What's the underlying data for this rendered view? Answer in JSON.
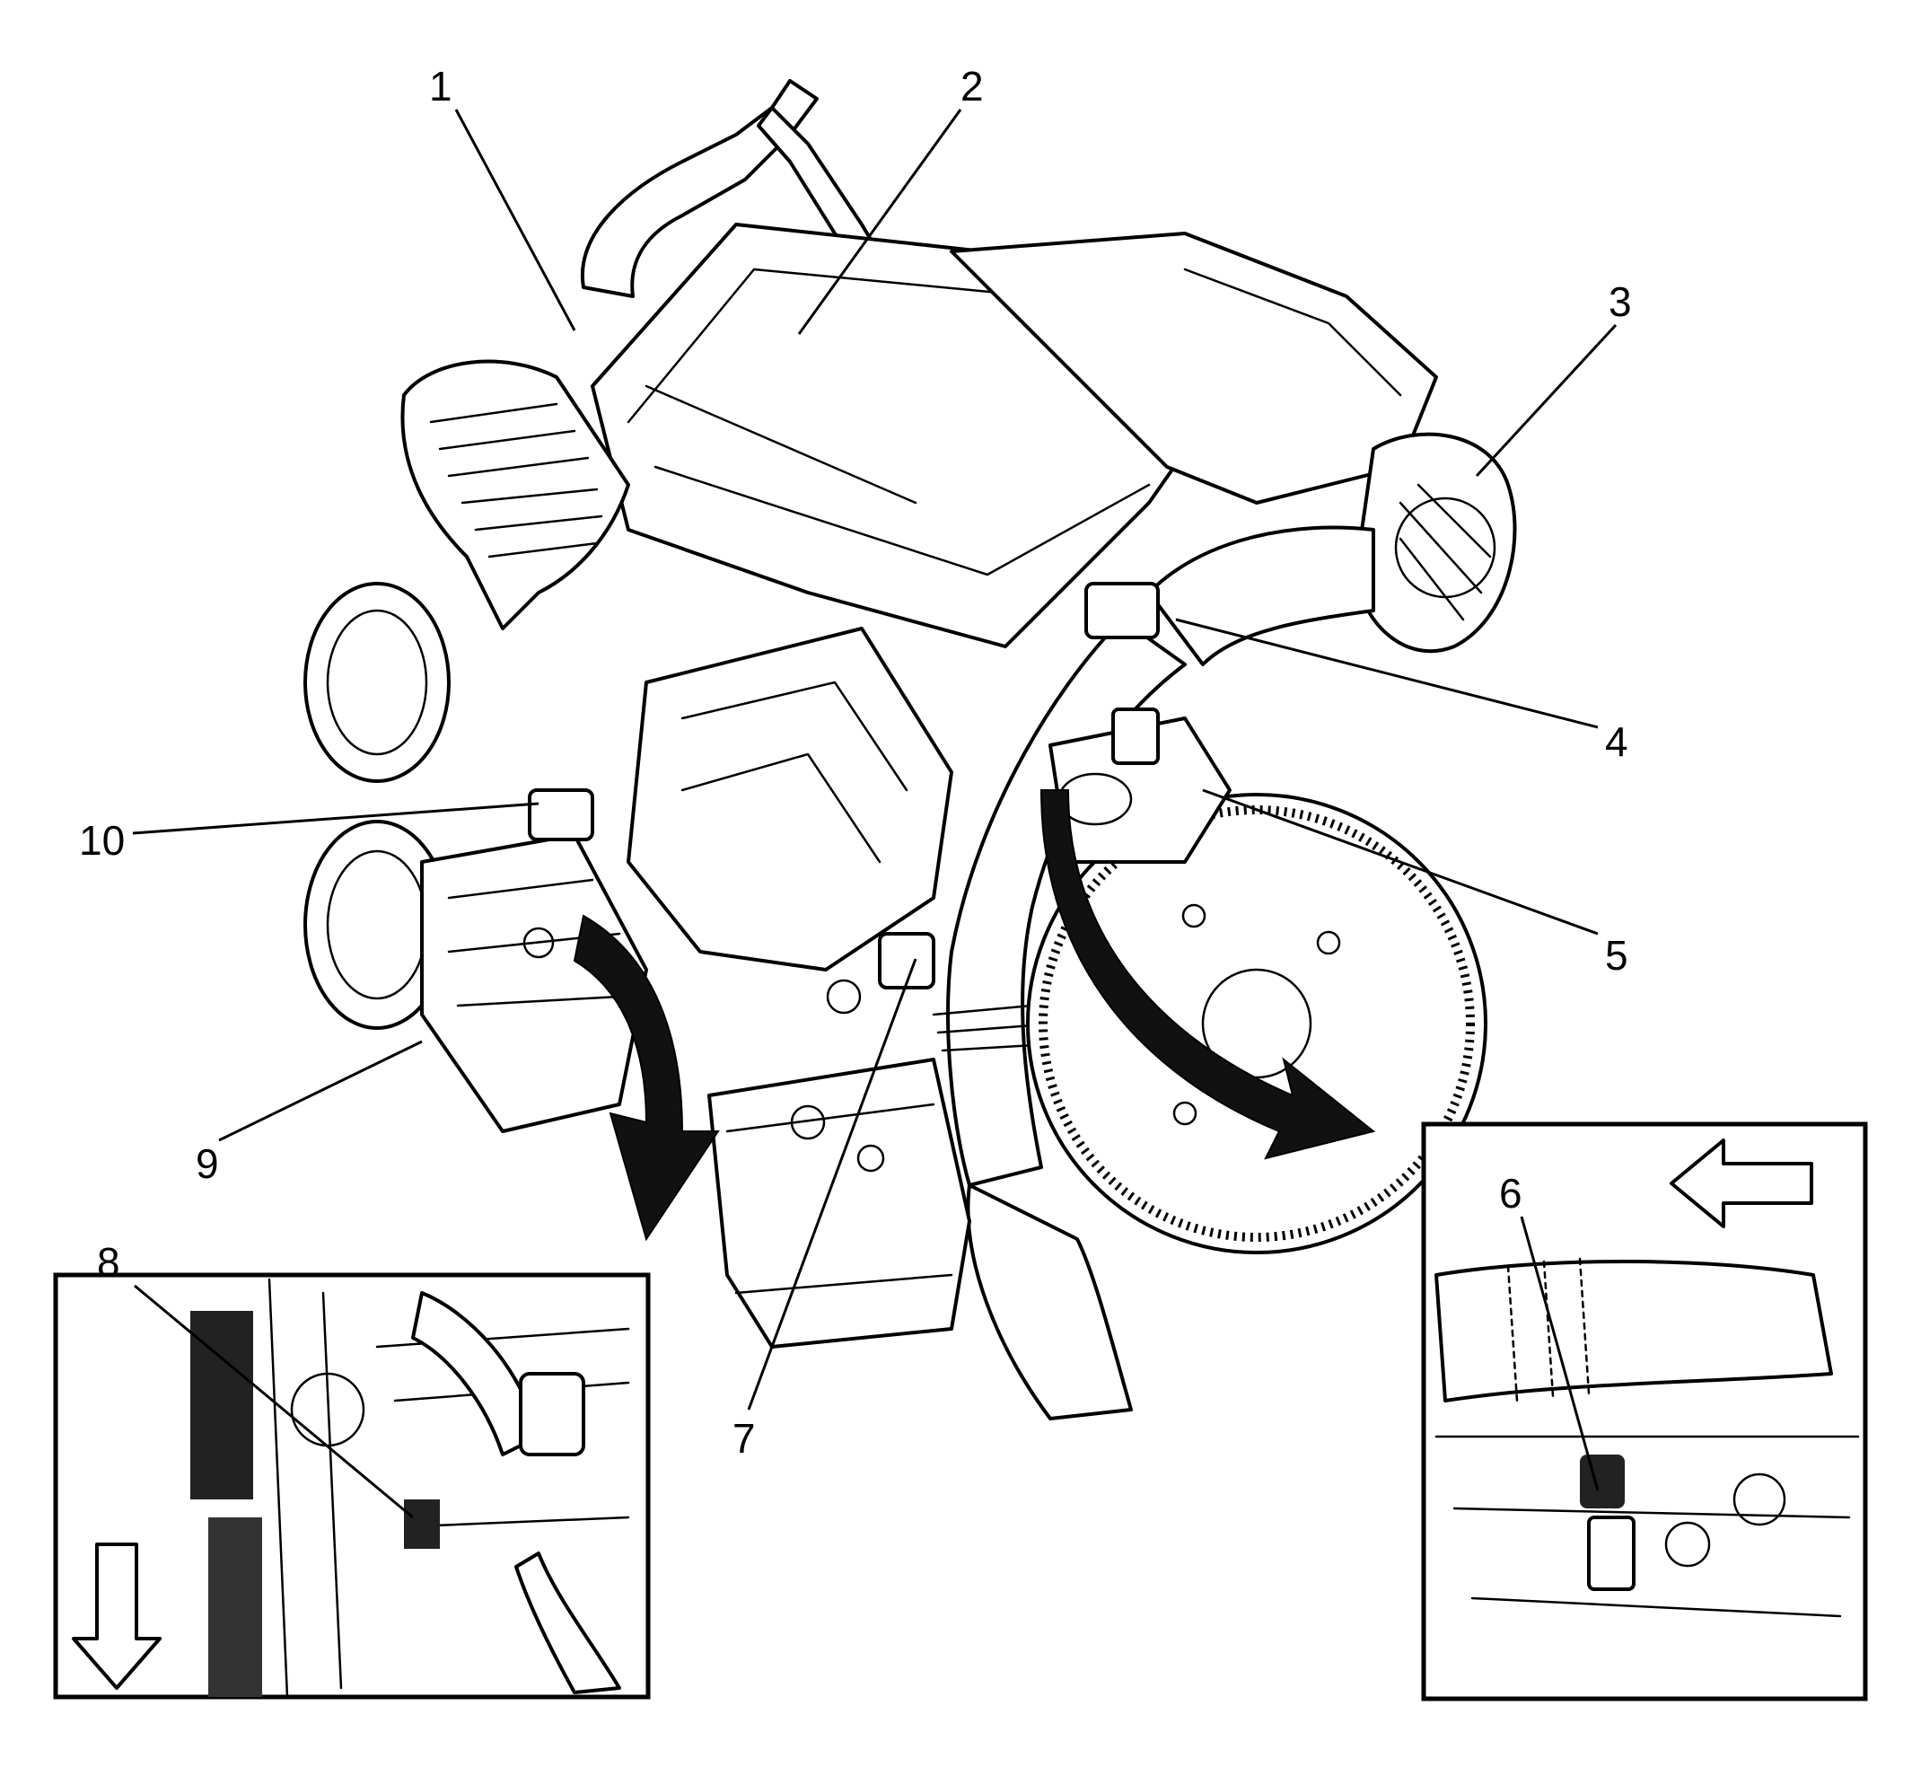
{
  "callouts": [
    {
      "id": "1",
      "label": "1"
    },
    {
      "id": "2",
      "label": "2"
    },
    {
      "id": "3",
      "label": "3"
    },
    {
      "id": "4",
      "label": "4"
    },
    {
      "id": "5",
      "label": "5"
    },
    {
      "id": "6",
      "label": "6"
    },
    {
      "id": "7",
      "label": "7"
    },
    {
      "id": "8",
      "label": "8"
    },
    {
      "id": "9",
      "label": "9"
    },
    {
      "id": "10",
      "label": "10"
    }
  ],
  "insets": [
    {
      "id": "left-inset",
      "arrow": "down-arrow"
    },
    {
      "id": "right-inset",
      "arrow": "left-arrow"
    }
  ],
  "colors": {
    "ink": "#000000",
    "paper": "#ffffff"
  }
}
